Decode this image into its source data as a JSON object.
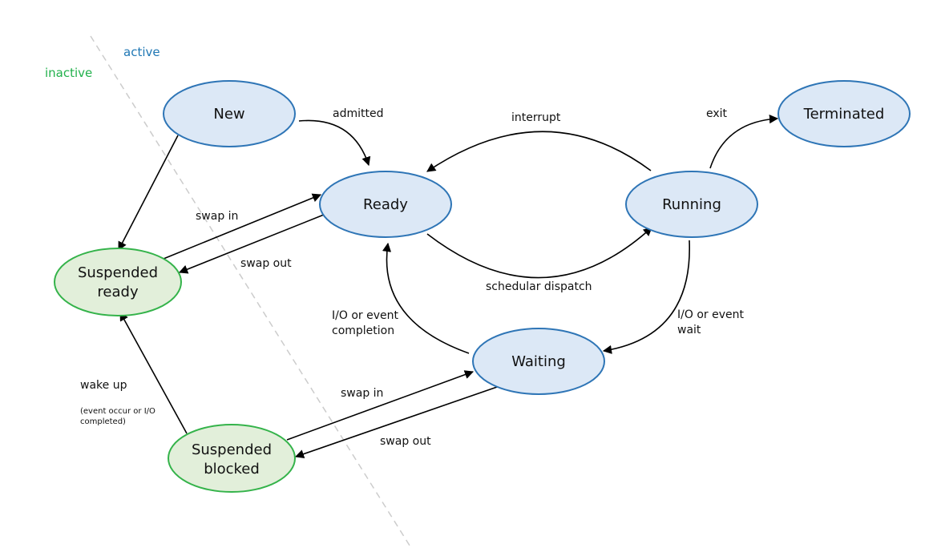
{
  "regions": {
    "active": "active",
    "inactive": "inactive",
    "active_color": "#1f77b4",
    "inactive_color": "#22b14c"
  },
  "colors": {
    "active_fill": "#dce8f6",
    "active_stroke": "#2e75b6",
    "inactive_fill": "#e2efda",
    "inactive_stroke": "#34b34a",
    "divider": "#cccccc"
  },
  "states": {
    "new": "New",
    "ready": "Ready",
    "running": "Running",
    "terminated": "Terminated",
    "waiting": "Waiting",
    "suspended_ready_line1": "Suspended",
    "suspended_ready_line2": "ready",
    "suspended_blocked_line1": "Suspended",
    "suspended_blocked_line2": "blocked"
  },
  "transitions": {
    "admitted": "admitted",
    "interrupt": "interrupt",
    "exit": "exit",
    "scheduler_dispatch": "schedular dispatch",
    "io_event_wait_line1": "I/O or event",
    "io_event_wait_line2": "wait",
    "io_event_completion_line1": "I/O or event",
    "io_event_completion_line2": "completion",
    "swap_in_ready": "swap in",
    "swap_out_ready": "swap out",
    "swap_in_waiting": "swap in",
    "swap_out_waiting": "swap out",
    "wake_up": "wake up",
    "wake_up_note_line1": "(event occur or I/O",
    "wake_up_note_line2": "completed)"
  }
}
